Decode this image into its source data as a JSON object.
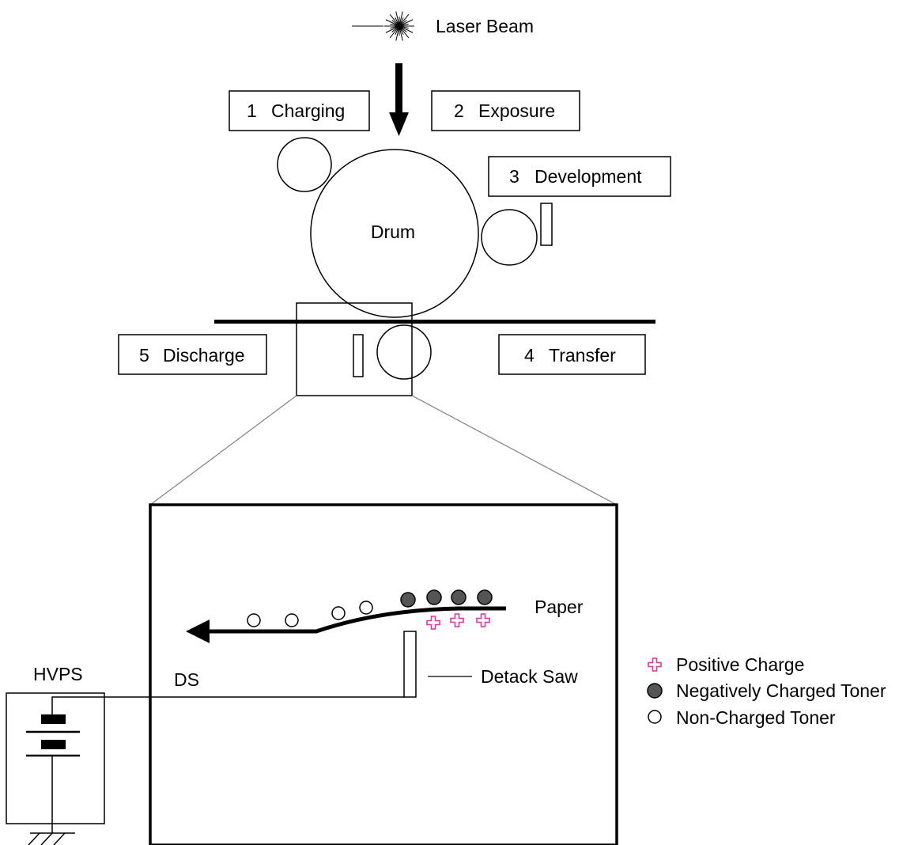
{
  "labels": {
    "laser_beam": "Laser Beam",
    "drum": "Drum",
    "paper": "Paper",
    "detack_saw": "Detack Saw",
    "hvps": "HVPS",
    "ds": "DS"
  },
  "steps": [
    {
      "number": "1",
      "name": "Charging"
    },
    {
      "number": "2",
      "name": "Exposure"
    },
    {
      "number": "3",
      "name": "Development"
    },
    {
      "number": "4",
      "name": "Transfer"
    },
    {
      "number": "5",
      "name": "Discharge"
    }
  ],
  "legend": [
    {
      "symbol": "plus",
      "label": "Positive Charge",
      "color": "#e6359a"
    },
    {
      "symbol": "filled-circle",
      "label": "Negatively Charged Toner",
      "color": "#555555"
    },
    {
      "symbol": "open-circle",
      "label": "Non-Charged Toner",
      "color": "#000000"
    }
  ],
  "colors": {
    "positive_charge": "#e6359a",
    "charged_toner": "#555555"
  }
}
